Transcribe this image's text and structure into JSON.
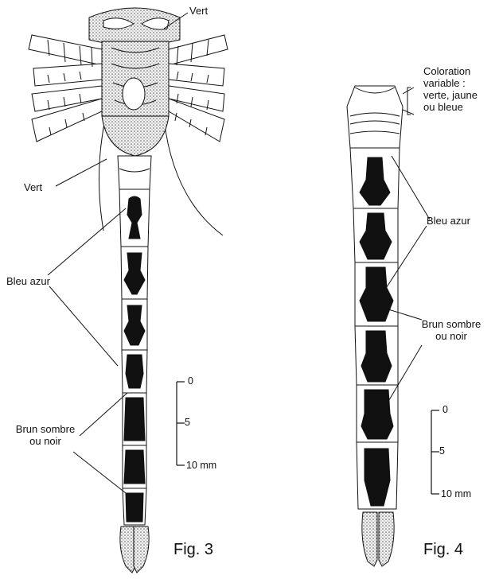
{
  "labels": {
    "vert_top": "Vert",
    "vert_left": "Vert",
    "bleu_azur_fig3": "Bleu azur",
    "brun_fig3_line1": "Brun sombre",
    "brun_fig3_line2": "ou noir",
    "coloration_line1": "Coloration",
    "coloration_line2": "variable :",
    "coloration_line3": "verte, jaune",
    "coloration_line4": "ou bleue",
    "bleu_azur_fig4": "Bleu azur",
    "brun_fig4_line1": "Brun sombre",
    "brun_fig4_line2": "ou noir"
  },
  "scale_bars": [
    {
      "ticks": [
        "0",
        "5",
        "10 mm"
      ]
    },
    {
      "ticks": [
        "0",
        "5",
        "10 mm"
      ]
    }
  ],
  "figures": [
    "Fig. 3",
    "Fig. 4"
  ]
}
